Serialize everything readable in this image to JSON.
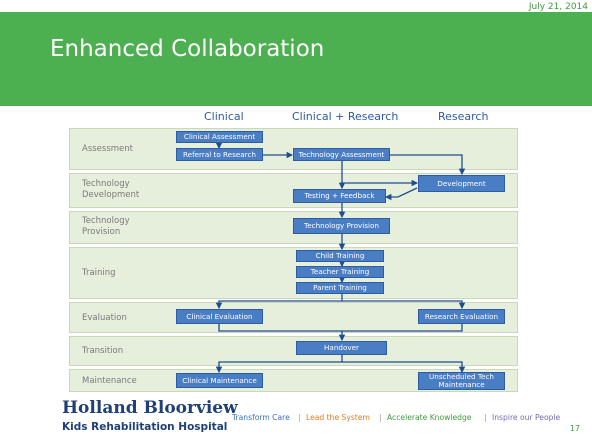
{
  "date": "July 21, 2014",
  "title": "Enhanced Collaboration",
  "columns": [
    "Clinical",
    "Clinical + Research",
    "Research"
  ],
  "lanes": [
    "Assessment",
    "Technology\nDevelopment",
    "Technology\nProvision",
    "Training",
    "Evaluation",
    "Transition",
    "Maintenance"
  ],
  "boxes": {
    "clinical_assessment": "Clinical Assessment",
    "referral": "Referral to Research",
    "tech_assessment": "Technology Assessment",
    "development": "Development",
    "testing": "Testing + Feedback",
    "tech_provision": "Technology Provision",
    "child_training": "Child Training",
    "teacher_training": "Teacher Training",
    "parent_training": "Parent Training",
    "clinical_eval": "Clinical Evaluation",
    "research_eval": "Research Evaluation",
    "handover": "Handover",
    "clinical_maint": "Clinical Maintenance",
    "unscheduled": "Unscheduled Tech\nMaintenance"
  },
  "footer": {
    "logo_title": "Holland Bloorview",
    "logo_sub": "Kids Rehabilitation Hospital",
    "tagline": [
      "Transform Care",
      "Lead the System",
      "Accelerate Knowledge",
      "Inspire our People"
    ],
    "separator": "|",
    "page": "17"
  },
  "colors": {
    "banner": "#4caf50",
    "box": "#4a7ec4",
    "lane": "#e6efdc",
    "tag_blue": "#3b6fb6",
    "tag_orange": "#e07b22",
    "tag_green": "#3f9a3f",
    "tag_purple": "#7a6ab0"
  }
}
